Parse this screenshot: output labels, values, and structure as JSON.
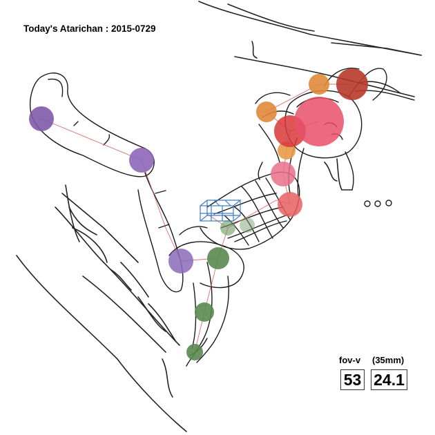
{
  "title": "Today's Atarichan : 2015-0729",
  "hud": {
    "fov_label": "fov-v",
    "focal_label": "(35mm)",
    "fov_value": "53",
    "focal_value": "24.1"
  },
  "joint_colors": {
    "spine": "#e8506a",
    "head_accent": "#b83a2a",
    "shoulder_right": "#e08a3a",
    "arm_left": "#7e5aa8",
    "leg_right": "#5a8a50",
    "gizmo": "#3a7ac8"
  }
}
